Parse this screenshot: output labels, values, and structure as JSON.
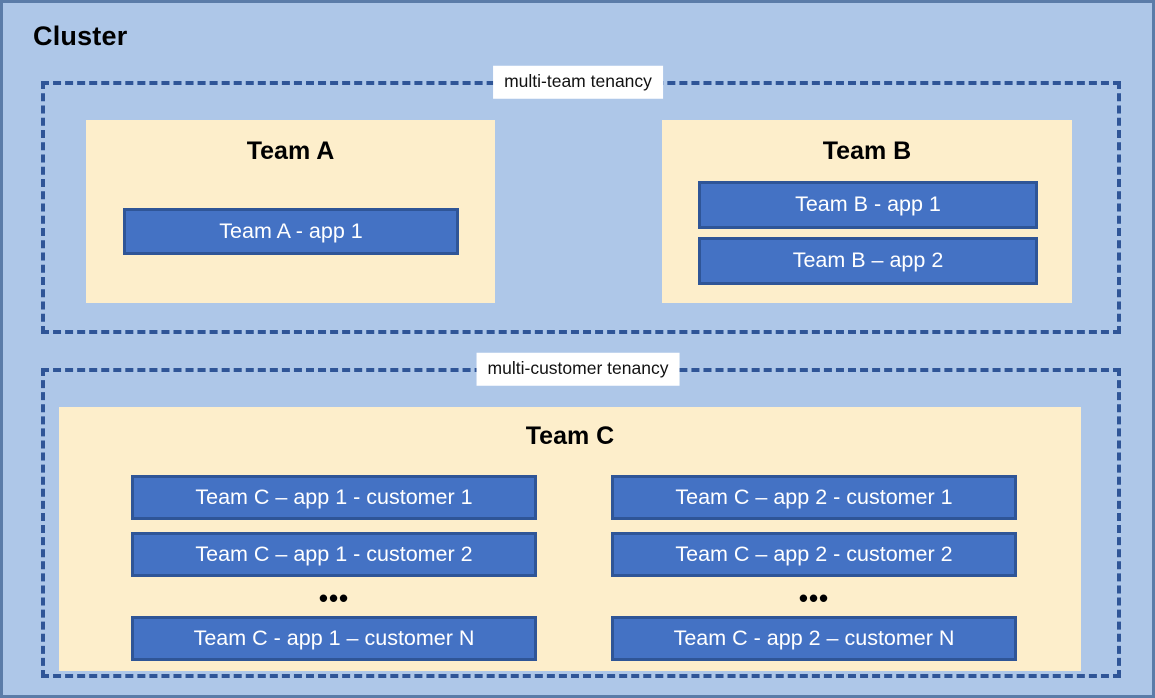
{
  "diagram": {
    "title": "Cluster",
    "background_color": "#aec7e8",
    "frame_border_color": "#5b7ca8",
    "zone_border_color": "#2f5597",
    "team_box_color": "#fdeecb",
    "app_chip_color": "#4472c4",
    "app_chip_border_color": "#2f5597",
    "app_chip_text_color": "#ffffff"
  },
  "zones": [
    {
      "id": "multi-team",
      "label": "multi-team tenancy",
      "teams": [
        {
          "id": "team-a",
          "title": "Team A",
          "apps": [
            {
              "label": "Team A - app 1"
            }
          ]
        },
        {
          "id": "team-b",
          "title": "Team B",
          "apps": [
            {
              "label": "Team B - app 1"
            },
            {
              "label": "Team B – app 2"
            }
          ]
        }
      ]
    },
    {
      "id": "multi-customer",
      "label": "multi-customer tenancy",
      "teams": [
        {
          "id": "team-c",
          "title": "Team C",
          "columns": [
            {
              "id": "team-c-app-1",
              "apps": [
                {
                  "label": "Team C – app 1 - customer 1"
                },
                {
                  "label": "Team C – app 1 - customer 2"
                },
                {
                  "label": "Team C - app 1 – customer N"
                }
              ],
              "ellipsis": "•••"
            },
            {
              "id": "team-c-app-2",
              "apps": [
                {
                  "label": "Team C – app 2 - customer 1"
                },
                {
                  "label": "Team C – app 2 - customer 2"
                },
                {
                  "label": "Team C - app 2 – customer N"
                }
              ],
              "ellipsis": "•••"
            }
          ]
        }
      ]
    }
  ]
}
